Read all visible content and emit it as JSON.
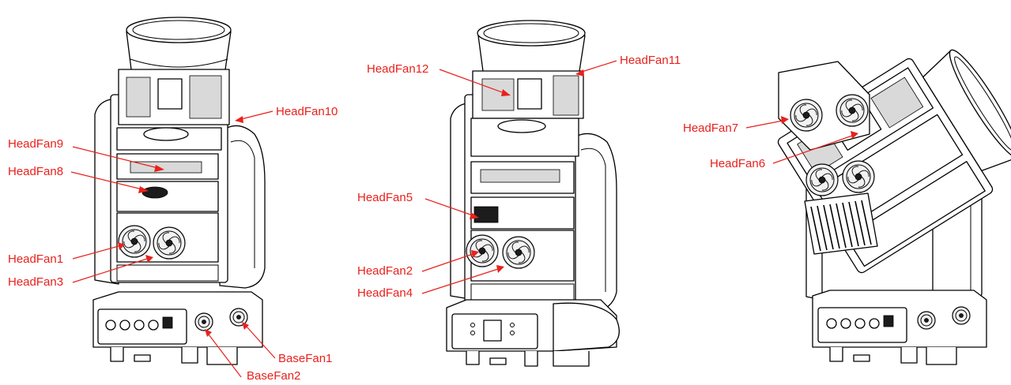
{
  "colors": {
    "label": "#e8211c",
    "line": "#000000",
    "background": "#ffffff"
  },
  "labels": {
    "headfan1": "HeadFan1",
    "headfan2": "HeadFan2",
    "headfan3": "HeadFan3",
    "headfan4": "HeadFan4",
    "headfan5": "HeadFan5",
    "headfan6": "HeadFan6",
    "headfan7": "HeadFan7",
    "headfan8": "HeadFan8",
    "headfan9": "HeadFan9",
    "headfan10": "HeadFan10",
    "headfan11": "HeadFan11",
    "headfan12": "HeadFan12",
    "basefan1": "BaseFan1",
    "basefan2": "BaseFan2"
  }
}
